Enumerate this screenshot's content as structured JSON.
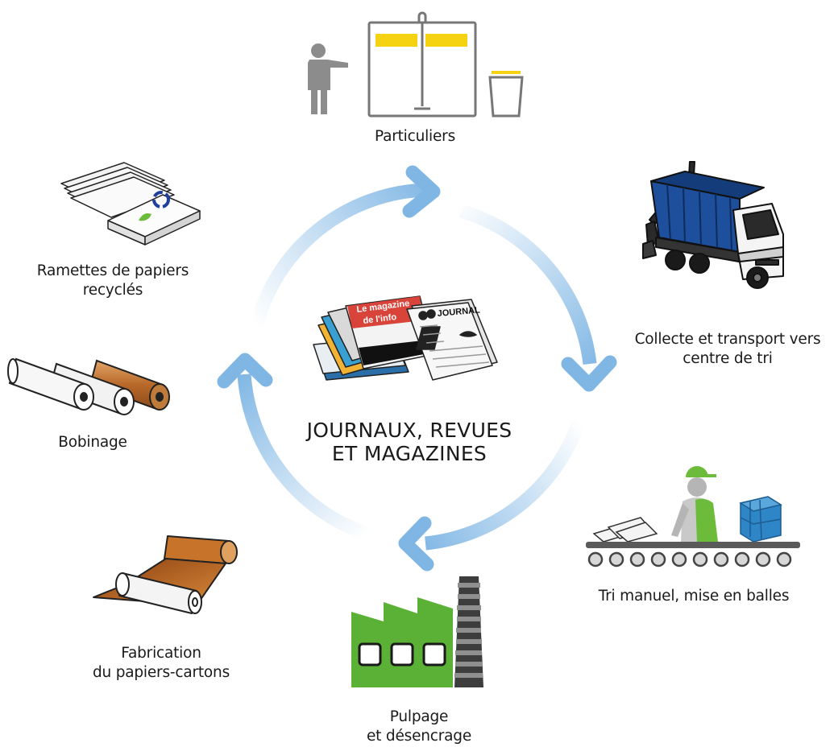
{
  "center": {
    "title_line1": "JOURNAUX, REVUES",
    "title_line2": "ET MAGAZINES",
    "magazine_cover_line1": "Le magazine",
    "magazine_cover_line2": "de l'info",
    "newspaper_masthead": "JOURNAL"
  },
  "steps": [
    {
      "id": "particuliers",
      "lines": [
        "Particuliers"
      ],
      "icon": "sorting-bins-icon"
    },
    {
      "id": "collecte",
      "lines": [
        "Collecte et transport vers",
        "centre de tri"
      ],
      "icon": "truck-icon"
    },
    {
      "id": "tri",
      "lines": [
        "Tri manuel, mise en balles"
      ],
      "icon": "conveyor-worker-icon"
    },
    {
      "id": "pulpage",
      "lines": [
        "Pulpage",
        "et désencrage"
      ],
      "icon": "factory-icon"
    },
    {
      "id": "fabrication",
      "lines": [
        "Fabrication",
        "du papiers-cartons"
      ],
      "icon": "paper-roll-sheet-icon"
    },
    {
      "id": "bobinage",
      "lines": [
        "Bobinage"
      ],
      "icon": "paper-rolls-icon"
    },
    {
      "id": "ramettes",
      "lines": [
        "Ramettes de papiers",
        "recyclés"
      ],
      "icon": "paper-ream-icon"
    }
  ],
  "colors": {
    "arrow": "#7fb6e4",
    "arrow_fade": "#e6f1fb",
    "bin_yellow": "#f5d312",
    "container_blue": "#1e4f9c",
    "factory_green": "#5bb136",
    "worker_green": "#6dbb3a",
    "bale_blue": "#2f86c7",
    "kraft_brown": "#c7732a",
    "recycle_blue": "#1f3f9e",
    "text": "#1a1a1a"
  }
}
